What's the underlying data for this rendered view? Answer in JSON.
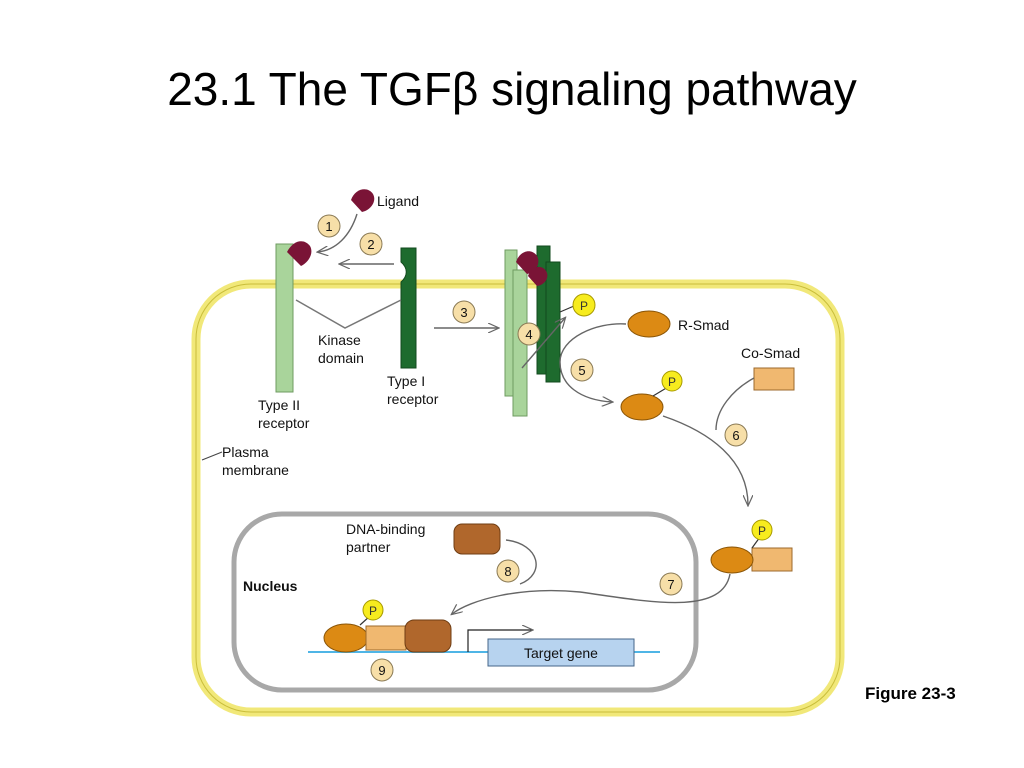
{
  "slide": {
    "title": "23.1 The TGFβ signaling pathway",
    "figure_label": "Figure 23-3"
  },
  "labels": {
    "ligand": "Ligand",
    "kinase_domain_1": "Kinase",
    "kinase_domain_2": "domain",
    "type1_receptor_1": "Type I",
    "type1_receptor_2": "receptor",
    "type2_receptor_1": "Type II",
    "type2_receptor_2": "receptor",
    "plasma_membrane_1": "Plasma",
    "plasma_membrane_2": "membrane",
    "r_smad": "R-Smad",
    "co_smad": "Co-Smad",
    "dna_binding_partner_1": "DNA-binding",
    "dna_binding_partner_2": "partner",
    "nucleus": "Nucleus",
    "target_gene": "Target gene",
    "phosphate": "P"
  },
  "steps": [
    "1",
    "2",
    "3",
    "4",
    "5",
    "6",
    "7",
    "8",
    "9"
  ],
  "colors": {
    "cell_membrane": "#f1e879",
    "nucleus_membrane": "#a8a8a8",
    "type2_receptor": "#a9d49b",
    "type1_receptor": "#1e6b2e",
    "ligand": "#7a1436",
    "r_smad": "#dc8a14",
    "co_smad": "#f0b870",
    "dna_binding_partner": "#b0672c",
    "phosphate": "#f7ec1e",
    "target_gene": "#b7d3ef",
    "step_circle": "#f7dfa8",
    "dna": "#4fb5e6"
  }
}
